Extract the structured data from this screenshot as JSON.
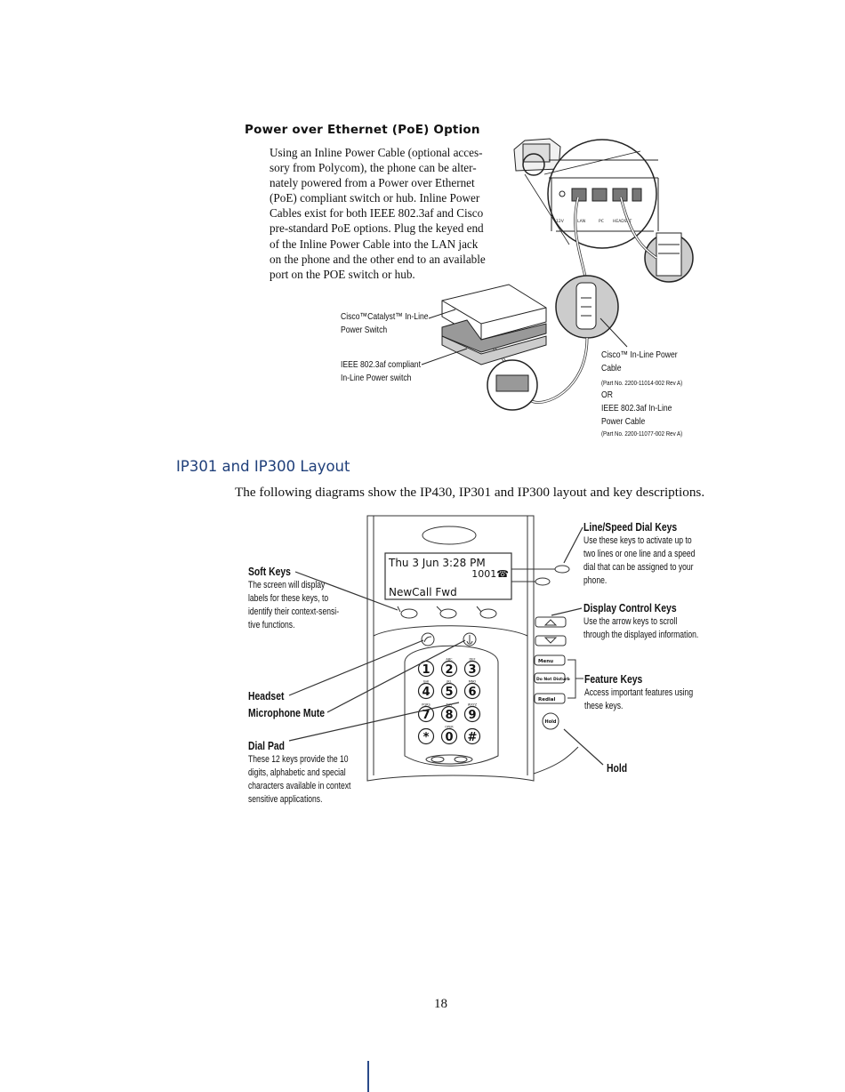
{
  "poe": {
    "heading": "Power over Ethernet (PoE) Option",
    "body_lines": [
      "Using an Inline Power Cable (optional acces-",
      "sory from Polycom), the phone can be alter-",
      "nately powered from a Power over Ethernet",
      "(PoE) compliant switch or hub.  Inline Power",
      "Cables exist for both IEEE 802.3af and Cisco",
      "pre-standard PoE options.  Plug the keyed end",
      "of the Inline Power Cable into the LAN jack",
      "on the phone and the other end to an available",
      "port on the POE switch or hub."
    ],
    "diagram": {
      "cisco_switch_label": [
        "Cisco™Catalyst™ In-Line",
        "Power Switch"
      ],
      "ieee_switch_label": [
        "IEEE 802.3af compliant",
        "In-Line Power switch"
      ],
      "cisco_cable_label": [
        "Cisco™ In-Line Power",
        "Cable"
      ],
      "cisco_part_no": "(Part No. 2200-11014-002 Rev A)",
      "or_label": "OR",
      "ieee_cable_label": [
        "IEEE 802.3af In-Line",
        "Power Cable"
      ],
      "ieee_part_no": "(Part No. 2200-11077-002 Rev A)",
      "port_labels": [
        "12V",
        "LAN",
        "PC",
        "HEADSET"
      ]
    }
  },
  "layout": {
    "title": "IP301 and IP300 Layout",
    "intro": "The following diagrams show the IP430, IP301 and IP300 layout and key descriptions.",
    "screen": {
      "line1": "Thu 3 Jun 3:28 PM",
      "line2": "1001☎",
      "line3": "NewCall Fwd"
    },
    "keys": {
      "menu": "Menu",
      "dnd": "Do Not Disturb",
      "redial": "Redial",
      "hold": "Hold"
    },
    "dialpad": [
      {
        "num": "1",
        "sub": ""
      },
      {
        "num": "2",
        "sub": "ABC"
      },
      {
        "num": "3",
        "sub": "DEF"
      },
      {
        "num": "4",
        "sub": "GHI"
      },
      {
        "num": "5",
        "sub": "JKL"
      },
      {
        "num": "6",
        "sub": "MNO"
      },
      {
        "num": "7",
        "sub": "PQRS"
      },
      {
        "num": "8",
        "sub": "TUV"
      },
      {
        "num": "9",
        "sub": "WXYZ"
      },
      {
        "num": "*",
        "sub": ""
      },
      {
        "num": "0",
        "sub": "OPER"
      },
      {
        "num": "#",
        "sub": ""
      }
    ],
    "callouts": {
      "soft_keys": {
        "title": "Soft Keys",
        "desc": [
          "The screen will display",
          "labels for these keys, to",
          "identify their context-sensi-",
          "tive functions."
        ]
      },
      "headset": {
        "title": "Headset"
      },
      "mic_mute": {
        "title": "Microphone Mute"
      },
      "dial_pad": {
        "title": "Dial Pad",
        "desc": [
          "These 12 keys provide the 10",
          "digits, alphabetic and special",
          "characters available in context",
          "sensitive applications."
        ]
      },
      "line_keys": {
        "title": "Line/Speed Dial Keys",
        "desc": [
          "Use these keys to activate up to",
          "two lines or one line and a speed",
          "dial that can be assigned to your",
          "phone."
        ]
      },
      "display_keys": {
        "title": "Display Control Keys",
        "desc": [
          "Use the arrow keys to scroll",
          "through the displayed information."
        ]
      },
      "feature_keys": {
        "title": "Feature Keys",
        "desc": [
          "Access important features using",
          "these keys."
        ]
      },
      "hold": {
        "title": "Hold"
      }
    }
  },
  "footer": {
    "page_number": "18"
  }
}
